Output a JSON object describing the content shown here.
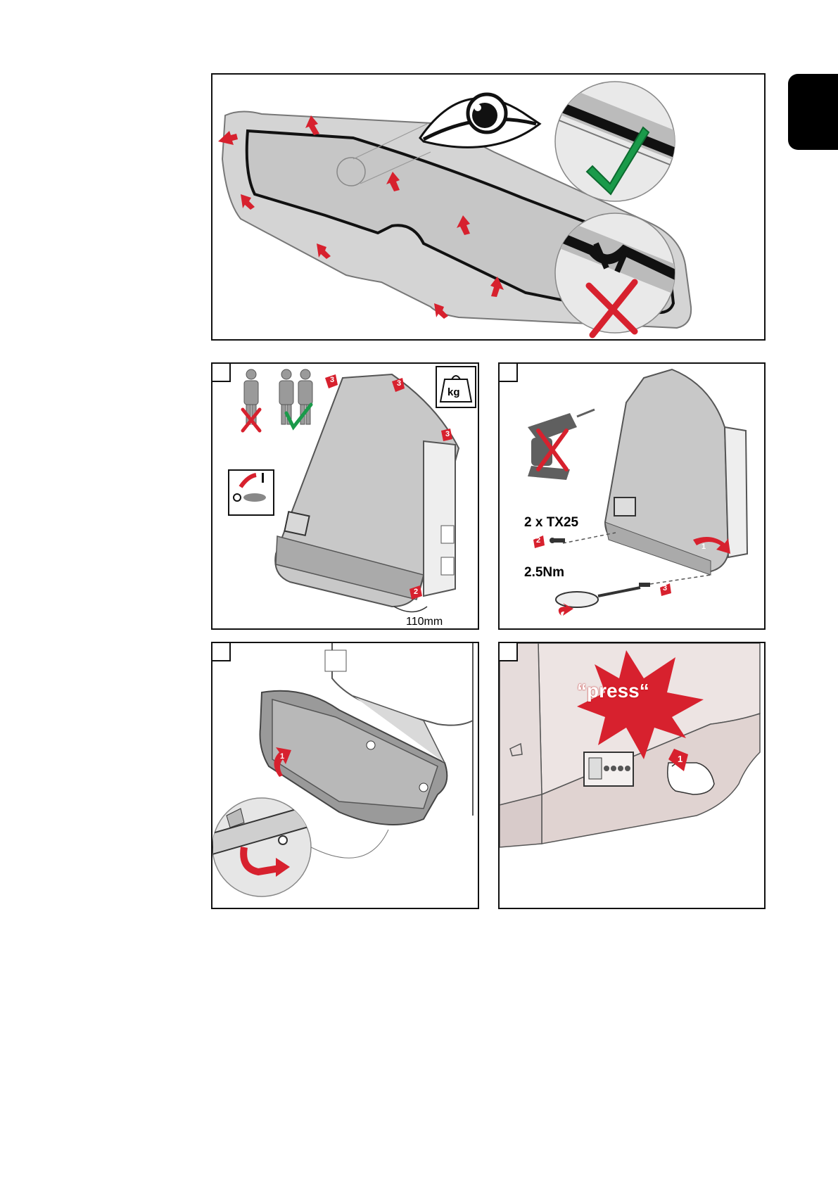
{
  "page": {
    "section_tab_color": "#000000"
  },
  "colors": {
    "accent_red": "#d7212e",
    "check_green": "#1a9a4a",
    "housing_grey": "#cfcfcf",
    "line_dark": "#1a1a1a"
  },
  "panel_top": {
    "icons": [
      "eye-icon",
      "checkmark-icon",
      "cross-icon"
    ]
  },
  "step1": {
    "weight_unit": "kg",
    "distance_label": "110mm",
    "arrow_labels": [
      "3",
      "3",
      "3",
      "2"
    ]
  },
  "step2": {
    "screw_count_label": "2 x TX25",
    "torque_label": "2.5Nm",
    "arrow_labels": [
      "1",
      "2",
      "3"
    ]
  },
  "step3": {
    "arrow_label": "1"
  },
  "step4": {
    "press_label": "“press“",
    "arrow_label": "1"
  }
}
